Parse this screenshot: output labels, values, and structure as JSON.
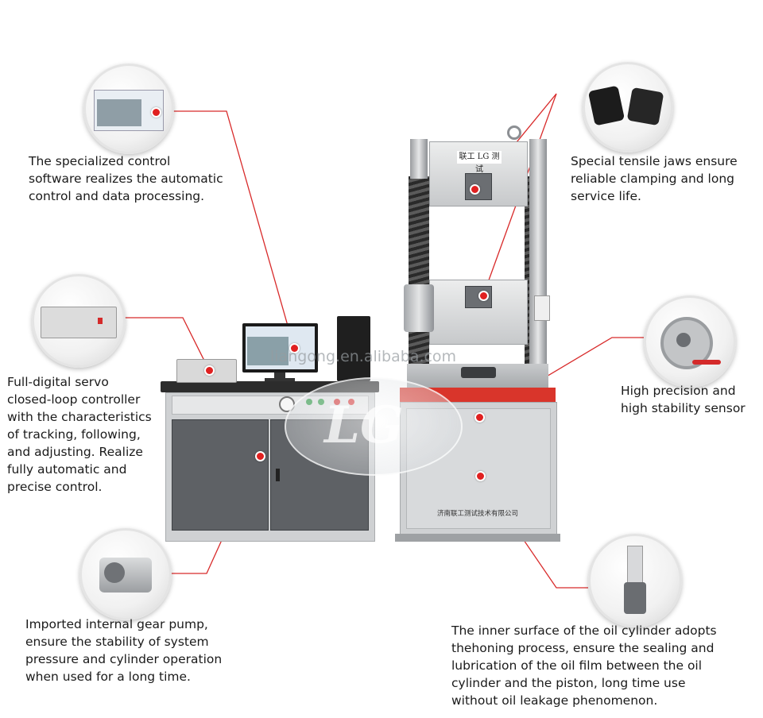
{
  "callouts": {
    "software": "The specialized control\nsoftware realizes the automatic\ncontrol and data processing.",
    "jaws": "Special tensile jaws ensure\nreliable clamping and long\nservice life.",
    "controller": "Full-digital servo\nclosed-loop controller\nwith the characteristics\nof tracking, following,\nand adjusting. Realize\nfully automatic and\nprecise control.",
    "sensor": "High precision and\nhigh stability sensor",
    "pump": "Imported internal gear pump,\nensure the stability of system\npressure and cylinder operation\nwhen used for a long time.",
    "cylinder": "The inner surface of the oil cylinder adopts\nthehoning process, ensure the sealing and\nlubrication of the oil film between the oil\ncylinder and the piston, long time use\nwithout oil leakage phenomenon."
  },
  "watermark": "liangong.en.alibaba.com",
  "frame_brand": "联工 LG 测试",
  "company_plate": "济南联工测试技术有限公司",
  "colors": {
    "leader_line": "#d82a2a",
    "machine_gray": "#8c8f93",
    "accent_red": "#d9352b"
  }
}
